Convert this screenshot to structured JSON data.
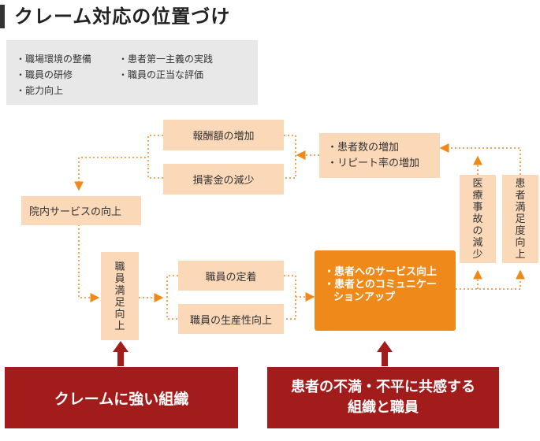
{
  "title": "クレーム対応の位置づけ",
  "summary": {
    "col1": [
      "・職場環境の整備",
      "・職員の研修",
      "・能力向上"
    ],
    "col2": [
      "・患者第一主義の実践",
      "・職員の正当な評価"
    ]
  },
  "nodes": {
    "reward_increase": "報酬額の増加",
    "loss_decrease": "損害金の減少",
    "patients_increase": "・患者数の増加",
    "repeat_increase": "・リピート率の増加",
    "hospital_service": "院内サービスの向上",
    "staff_satisfaction": [
      "職",
      "員",
      "満",
      "足",
      "向",
      "上"
    ],
    "staff_retention": "職員の定着",
    "staff_productivity": "職員の生産性向上",
    "patient_service": "・患者へのサービス向上",
    "patient_comm_1": "・患者とのコミュニケー",
    "patient_comm_2": "ションアップ",
    "accident_decrease": [
      "医",
      "療",
      "事",
      "故",
      "の",
      "減",
      "少"
    ],
    "patient_satisfaction": [
      "患",
      "者",
      "満",
      "足",
      "度",
      "向",
      "上"
    ]
  },
  "bottom": {
    "left": "クレームに強い組織",
    "right_line1": "患者の不満・不平に共感する",
    "right_line2": "組織と職員"
  },
  "colors": {
    "peach": "#fbd9b8",
    "orange": "#ef8a1a",
    "red": "#a31c1c",
    "gray": "#e8e8e8"
  }
}
